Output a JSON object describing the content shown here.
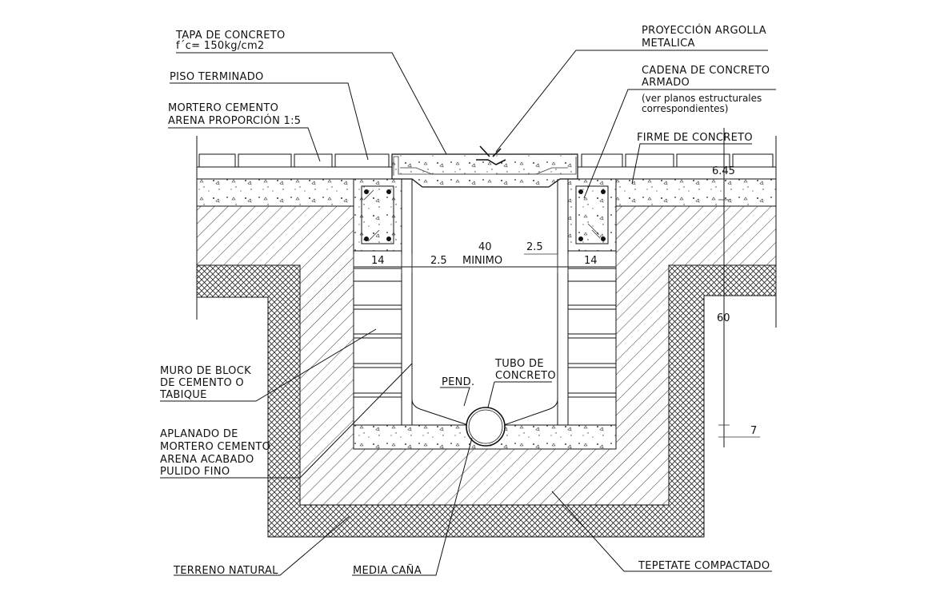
{
  "labels": {
    "tapa_line1": "TAPA DE CONCRETO",
    "tapa_line2": "f´c= 150kg/cm2",
    "piso": "PISO TERMINADO",
    "mortero_line1": "MORTERO CEMENTO",
    "mortero_line2": "ARENA PROPORCIÓN 1:5",
    "argolla_line1": "PROYECCIÓN ARGOLLA",
    "argolla_line2": "METALICA",
    "cadena_line1": "CADENA DE CONCRETO",
    "cadena_line2": "ARMADO",
    "cadena_note1": "(ver planos estructurales",
    "cadena_note2": "correspondientes)",
    "firme": "FIRME DE CONCRETO",
    "muro_line1": "MURO DE BLOCK",
    "muro_line2": "DE CEMENTO O",
    "muro_line3": "TABIQUE",
    "aplanado_line1": "APLANADO DE",
    "aplanado_line2": "MORTERO CEMENTO",
    "aplanado_line3": "ARENA ACABADO",
    "aplanado_line4": "PULIDO FINO",
    "tubo_line1": "TUBO DE",
    "tubo_line2": "CONCRETO",
    "pend": "PEND.",
    "terreno": "TERRENO NATURAL",
    "media_cana": "MEDIA CAÑA",
    "tepetate": "TEPETATE COMPACTADO"
  },
  "dimensions": {
    "left_wall": "14",
    "left_plaster": "2.5",
    "width": "40",
    "width_note": "MINIMO",
    "right_plaster": "2.5",
    "right_wall": "14",
    "slab": "6.45",
    "depth": "60",
    "base": "7"
  },
  "colors": {
    "line": "#111111",
    "background": "#ffffff"
  }
}
